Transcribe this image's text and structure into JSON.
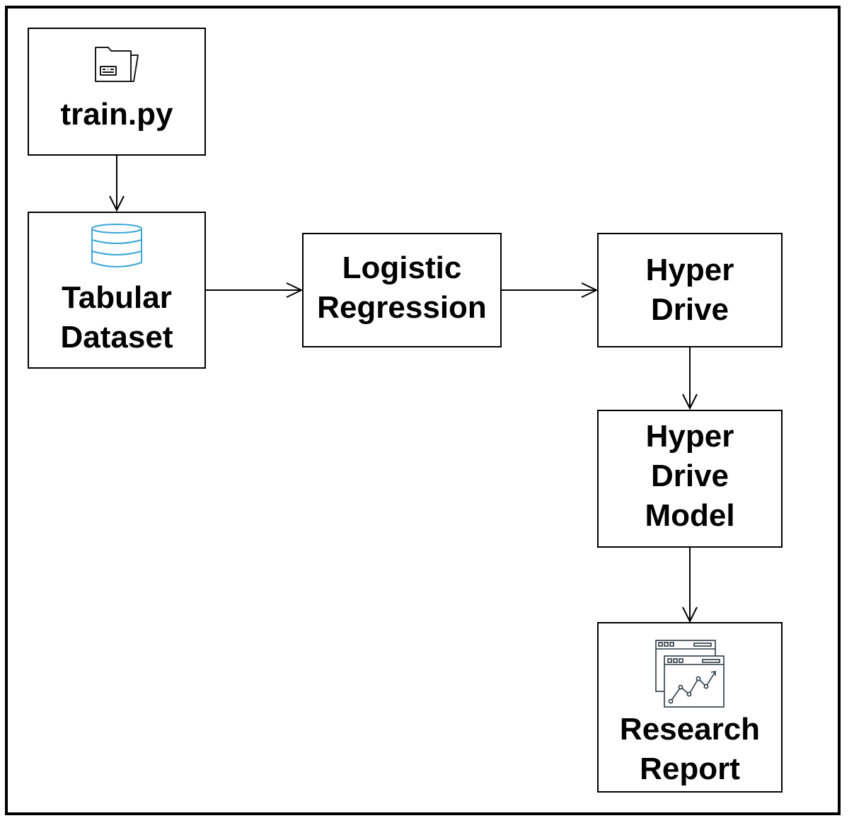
{
  "diagram": {
    "nodes": {
      "train": {
        "label": "train.py",
        "icon": "folder-script-icon"
      },
      "dataset": {
        "label": "Tabular\nDataset",
        "icon": "database-icon"
      },
      "logreg": {
        "label": "Logistic\nRegression"
      },
      "hyperdrive": {
        "label": "Hyper\nDrive"
      },
      "hyperdrive_model": {
        "label": "Hyper\nDrive\nModel"
      },
      "report": {
        "label": "Research\nReport",
        "icon": "report-chart-icon"
      }
    },
    "edges": [
      {
        "from": "train.py",
        "to": "Tabular Dataset"
      },
      {
        "from": "Tabular Dataset",
        "to": "Logistic Regression"
      },
      {
        "from": "Logistic Regression",
        "to": "Hyper Drive"
      },
      {
        "from": "Hyper Drive",
        "to": "Hyper Drive Model"
      },
      {
        "from": "Hyper Drive Model",
        "to": "Research Report"
      }
    ],
    "colors": {
      "border": "#000000",
      "database_icon": "#3aa6d8",
      "icon_dark": "#2b3a42"
    }
  }
}
